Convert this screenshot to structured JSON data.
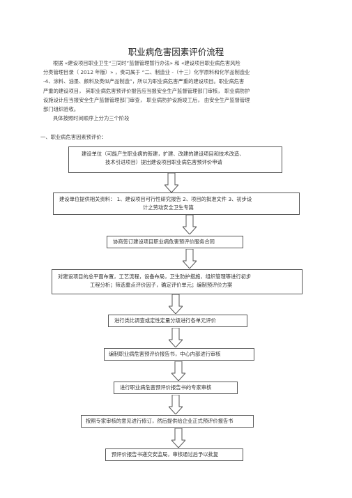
{
  "doc": {
    "title": "职业病危害因素评价流程",
    "intro_lines": [
      "根据 «建设项目职业卫生“三同时”监督管理暂行办法» 和 «建设项目职业病危害风险",
      "分类管理目录（  2012 年版）» ，贵司属于 “二、制造业  -（十三）化学原料和化学品制造业",
      "-4、涂料、油墨、颜料及类似产品制造”，所以为职业病危害严重的建设项目。职业病危害",
      "严重的建设项目，   其职业病危害预评价报告应当报安全生产监督管理部门审核，         职业病防护",
      "设施设计应当报安全生产监督管理部门审查，        职业病防护设施竣工后，    由安全生产监督管理",
      "部门组织验收。"
    ],
    "order_text": "具体按照时间顺序上分为三个阶段",
    "stage_one": "一、职业病危害因素预评价："
  },
  "flow": {
    "steps": [
      {
        "lines": [
          "建设单位（可能产生职业病的新建，扩建、改建的建设项目和技术改造、",
          "技术引进项目）提出建设项目职业病危害预评价申请"
        ]
      },
      {
        "lines": [
          "建设单位提供相关资料：     1、建设项目可行性研究报告      2、项目的批准文件    3、初步设",
          "计之劳动安全卫生专篇"
        ]
      },
      {
        "lines": [
          "协商签订建设项目职业病危害预评价服务合同"
        ]
      },
      {
        "lines": [
          "对建设项目的总平面布置，工艺流程，设备布局，卫生防护措施，组织管理等进行初步",
          "工程分析；筛选重点评价因子，确定评价单元；编制预评价方案"
        ]
      },
      {
        "lines": [
          "进行类比调查或定性定量分级进行各单元评价"
        ]
      },
      {
        "lines": [
          "编制职业病危害预评价报告书，中心内部进行审核"
        ]
      },
      {
        "lines": [
          "进行职业病危害预评价报告书的专家审核"
        ]
      },
      {
        "lines": [
          "按照专家审核的意见进行修订，然后提供给企业正式预评价报告书"
        ]
      },
      {
        "lines": [
          "预评价报告书递交安监局，审核通过后予以批复"
        ]
      }
    ]
  }
}
